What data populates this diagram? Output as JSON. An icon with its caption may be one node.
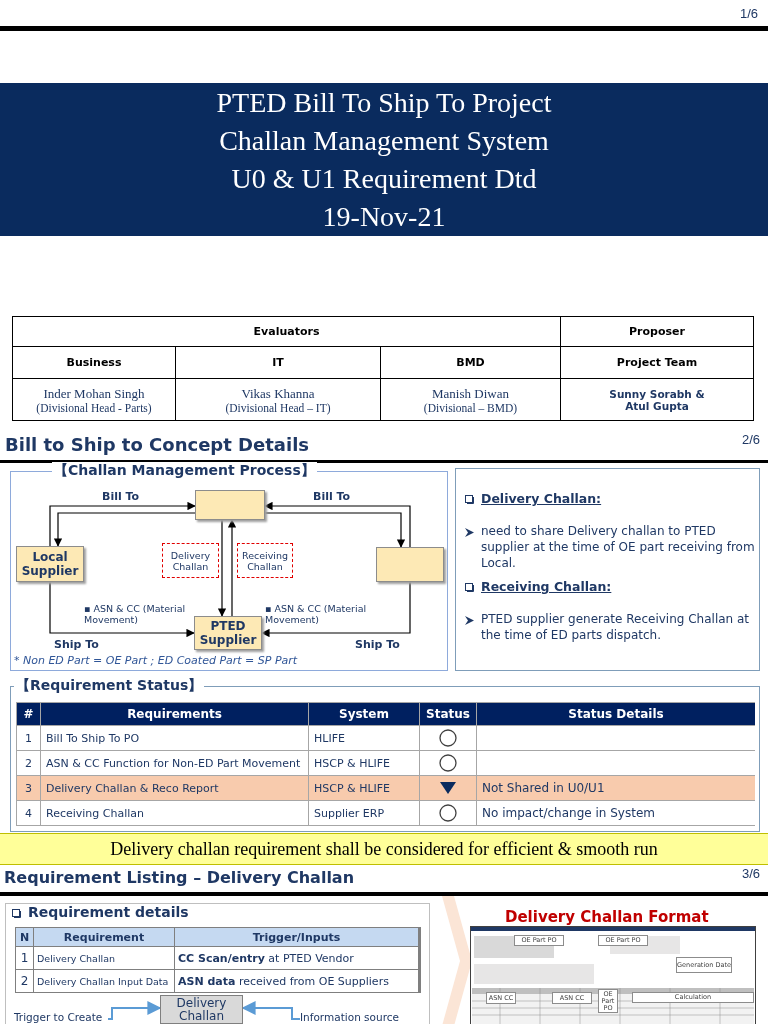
{
  "diagram": {
    "title": "PTED Bill To Ship To Project Challan Management System U0 & U1 Requirement Dtd 19-Nov-21",
    "nodes": [
      {
        "text": [],
        "shape": "box"
      },
      {
        "text": [
          "Local Supplier"
        ]
      },
      {
        "text": [
          "Delivery Challan"
        ]
      },
      {
        "text": [
          "Receiving Challan"
        ]
      },
      {
        "text": [],
        "shape": "box"
      },
      {
        "text": [
          "PTED Supplier"
        ]
      },
      {
        "text": [
          "Delivery Challan"
        ]
      },
      {
        "text": [
          "Trigger to Create"
        ]
      },
      {
        "text": [
          "Information source"
        ]
      }
    ],
    "edges": [
      {
        "from": 1,
        "to": 0,
        "arrow": "to",
        "label": "Bill To"
      },
      {
        "from": 0,
        "to": 1,
        "arrow": "to"
      },
      {
        "from": 4,
        "to": 0,
        "arrow": "to",
        "label": "Bill To"
      },
      {
        "from": 0,
        "to": 4,
        "arrow": "to"
      },
      {
        "from": 0,
        "to": 5,
        "arrow": "to"
      },
      {
        "from": 5,
        "to": 0,
        "arrow": "to"
      },
      {
        "from": 1,
        "to": 5,
        "arrow": "to",
        "label": "Ship To"
      },
      {
        "from": 4,
        "to": 5,
        "arrow": "to",
        "label": "Ship To"
      },
      {
        "from": 7,
        "to": 6,
        "arrow": "to",
        "color": "#5b9bd5"
      },
      {
        "from": 8,
        "to": 6,
        "arrow": "to",
        "color": "#5b9bd5"
      }
    ],
    "labels": [
      "1/6",
      "Evaluators",
      "Proposer",
      "Business",
      "IT",
      "BMD",
      "Project Team",
      "Inder Mohan Singh",
      "(Divisional Head - Parts)",
      "Vikas Khanna",
      "(Divisional Head – IT)",
      "Manish Diwan",
      "(Divisional – BMD)",
      "Sunny Sorabh & Atul Gupta",
      "Bill to Ship to Concept Details",
      "2/6",
      "【Challan Management Process】",
      "▪ ASN & CC (Material Movement)",
      "▪ ASN & CC (Material Movement)",
      "* Non ED Part = OE Part ; ED Coated Part = SP Part",
      "Delivery Challan:",
      "need to share Delivery challan to PTED supplier at the time of OE part receiving from Local.",
      "Receiving Challan:",
      "PTED supplier generate Receiving Challan at the time of ED parts dispatch.",
      "【Requirement Status】",
      "#",
      "Requirements",
      "System",
      "Status",
      "Status Details",
      "1",
      "Bill To Ship To PO",
      "HLIFE",
      "2",
      "ASN & CC Function for Non-ED Part Movement",
      "HSCP & HLIFE",
      "3",
      "Delivery Challan & Reco Report",
      "HSCP & HLIFE",
      "Not Shared in U0/U1",
      "4",
      "Receiving Challan",
      "Supplier ERP",
      "No impact/change in System",
      "Delivery challan requirement shall be considered for efficient & smooth run",
      "Requirement Listing – Delivery Challan",
      "3/6",
      "Requirement details",
      "N",
      "Requirement",
      "Trigger/Inputs",
      "1",
      "Delivery Challan",
      "**CC Scan/entry** at PTED Vendor",
      "2",
      "Delivery Challan Input Data",
      "**ASN data** received from OE Suppliers",
      "Delivery Challan Format",
      "OE Part PO",
      "OE Part PO",
      "Generation Date",
      "ASN CC",
      "ASN CC",
      "OE Part PO",
      "Calculation"
    ]
  }
}
